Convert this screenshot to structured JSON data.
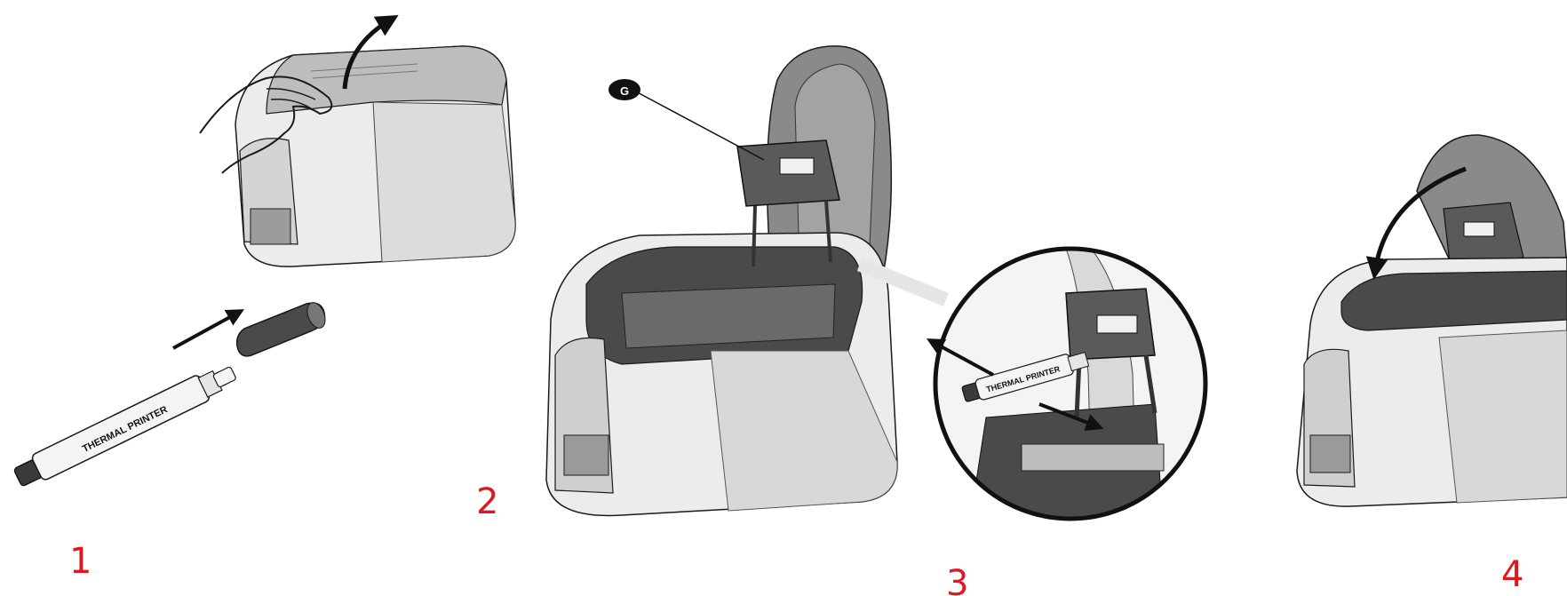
{
  "colors": {
    "step_number": "#e3161f",
    "outline": "#1a1a1a",
    "body_light": "#ececec",
    "body_mid": "#cfcfcf",
    "lid_dark": "#8a8a8a",
    "interior_dark": "#4a4a4a"
  },
  "steps": [
    {
      "number": "1"
    },
    {
      "number": "2"
    },
    {
      "number": "3"
    },
    {
      "number": "4"
    }
  ],
  "callout": {
    "label": "G"
  },
  "pen": {
    "label": "THERMAL PRINTER"
  },
  "pen_zoom": {
    "label": "THERMAL PRINTER"
  }
}
